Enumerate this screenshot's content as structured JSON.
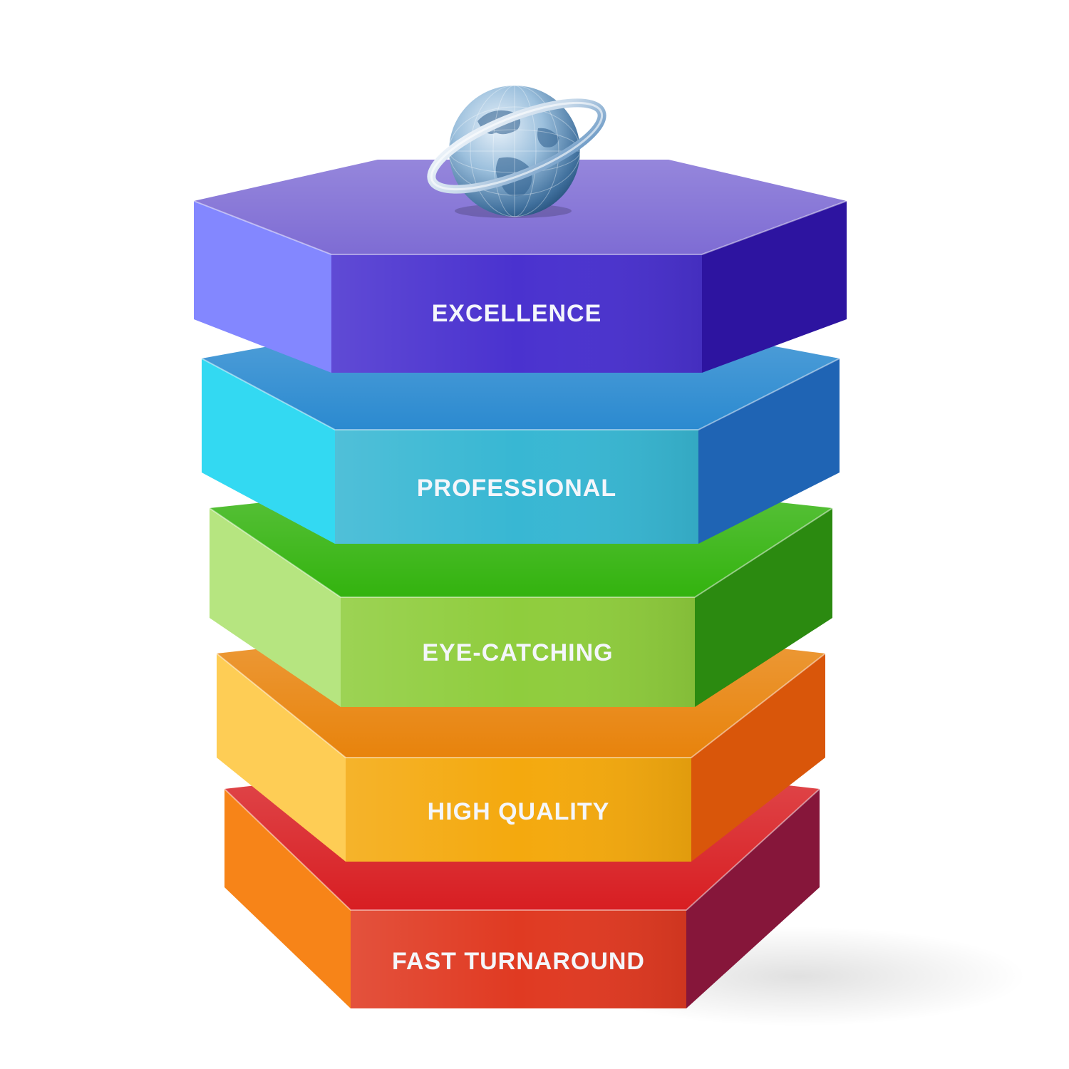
{
  "tiers": [
    {
      "id": "excellence",
      "label": "EXCELLENCE",
      "top": "#7e6cd4",
      "front": "#4a32cf",
      "left": "#8387ff",
      "right": "#2d14a0"
    },
    {
      "id": "professional",
      "label": "PROFESSIONAL",
      "top": "#2b8ad0",
      "front": "#38b7d3",
      "left": "#33d9f2",
      "right": "#1f64b4"
    },
    {
      "id": "eye-catching",
      "label": "EYE-CATCHING",
      "top": "#33b30e",
      "front": "#8fcd3d",
      "left": "#b6e580",
      "right": "#2b8a10"
    },
    {
      "id": "high-quality",
      "label": "HIGH QUALITY",
      "top": "#e8830c",
      "front": "#f4a90e",
      "left": "#fecd55",
      "right": "#d9560a"
    },
    {
      "id": "fast-turnaround",
      "label": "FAST TURNAROUND",
      "top": "#d81e22",
      "front": "#e03a22",
      "left": "#f78418",
      "right": "#86163a"
    }
  ],
  "icon": "globe-icon"
}
